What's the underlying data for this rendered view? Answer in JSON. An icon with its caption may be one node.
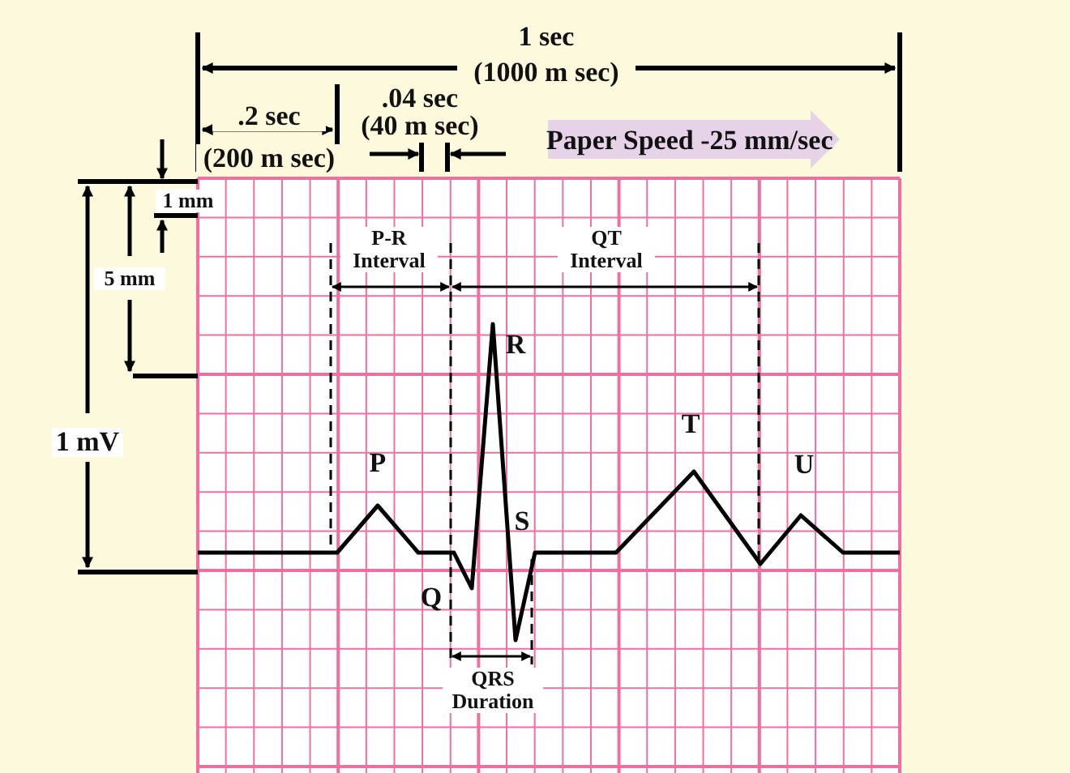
{
  "diagram": {
    "labels": [
      "1 sec",
      "(1000 m sec)",
      ".04 sec",
      "(40 m sec)",
      ".2 sec",
      "(200 m sec)",
      "Paper Speed -25 mm/sec",
      "1 mm",
      "P-R Interval",
      "QT Interval",
      "5 mm",
      "R",
      "1 mV",
      "T",
      "P",
      "U",
      "S",
      "Q",
      "QRS Duration"
    ]
  }
}
